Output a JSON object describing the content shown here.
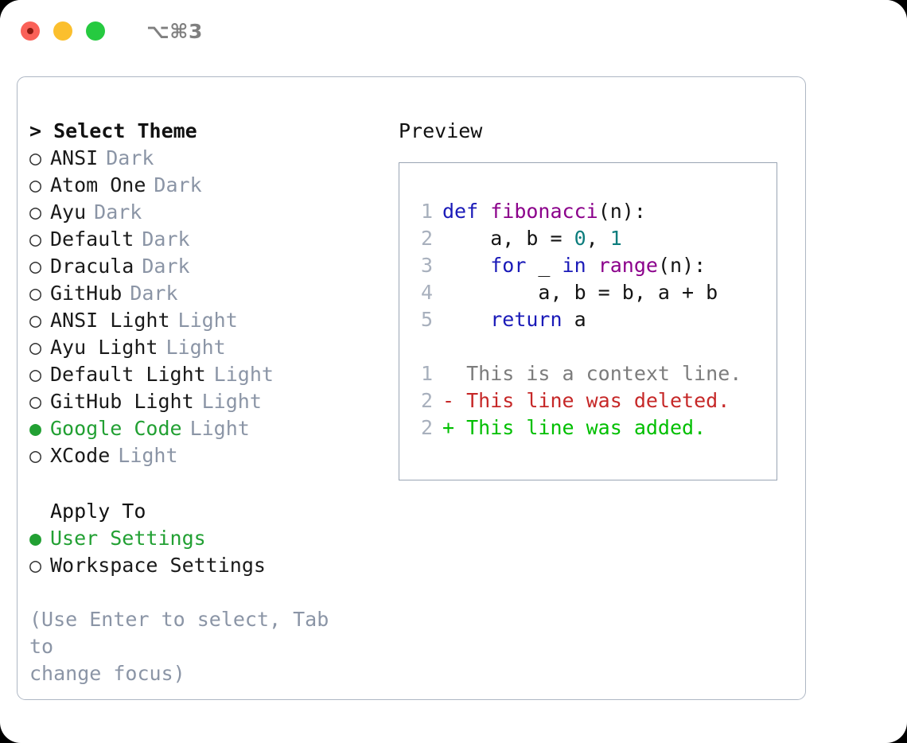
{
  "titlebar": {
    "shortcut": "⌥⌘3",
    "lights": [
      "close",
      "minimize",
      "zoom"
    ]
  },
  "theme_list": {
    "header": "> Select Theme",
    "items": [
      {
        "marker": "○",
        "label": "ANSI",
        "tag": "Dark",
        "selected": false
      },
      {
        "marker": "○",
        "label": "Atom One",
        "tag": "Dark",
        "selected": false
      },
      {
        "marker": "○",
        "label": "Ayu",
        "tag": "Dark",
        "selected": false
      },
      {
        "marker": "○",
        "label": "Default",
        "tag": "Dark",
        "selected": false
      },
      {
        "marker": "○",
        "label": "Dracula",
        "tag": "Dark",
        "selected": false
      },
      {
        "marker": "○",
        "label": "GitHub",
        "tag": "Dark",
        "selected": false
      },
      {
        "marker": "○",
        "label": "ANSI Light",
        "tag": "Light",
        "selected": false
      },
      {
        "marker": "○",
        "label": "Ayu Light",
        "tag": "Light",
        "selected": false
      },
      {
        "marker": "○",
        "label": "Default Light",
        "tag": "Light",
        "selected": false
      },
      {
        "marker": "○",
        "label": "GitHub Light",
        "tag": "Light",
        "selected": false
      },
      {
        "marker": "●",
        "label": "Google Code",
        "tag": "Light",
        "selected": true
      },
      {
        "marker": "○",
        "label": "XCode",
        "tag": "Light",
        "selected": false
      }
    ]
  },
  "apply_to": {
    "header": "Apply To",
    "items": [
      {
        "marker": "●",
        "label": "User Settings",
        "selected": true
      },
      {
        "marker": "○",
        "label": "Workspace Settings",
        "selected": false
      }
    ]
  },
  "help_text": "(Use Enter to select, Tab to\nchange focus)",
  "preview": {
    "title": "Preview",
    "code_lines": [
      {
        "n": "1",
        "tokens": [
          {
            "t": "def ",
            "c": "kw"
          },
          {
            "t": "fibonacci",
            "c": "fn"
          },
          {
            "t": "(n):",
            "c": "pln"
          }
        ]
      },
      {
        "n": "2",
        "tokens": [
          {
            "t": "    a, b = ",
            "c": "pln"
          },
          {
            "t": "0",
            "c": "num"
          },
          {
            "t": ", ",
            "c": "pln"
          },
          {
            "t": "1",
            "c": "num"
          }
        ]
      },
      {
        "n": "3",
        "tokens": [
          {
            "t": "    ",
            "c": "pln"
          },
          {
            "t": "for",
            "c": "kw"
          },
          {
            "t": " _ ",
            "c": "pln"
          },
          {
            "t": "in",
            "c": "kw"
          },
          {
            "t": " ",
            "c": "pln"
          },
          {
            "t": "range",
            "c": "fn"
          },
          {
            "t": "(n):",
            "c": "pln"
          }
        ]
      },
      {
        "n": "4",
        "tokens": [
          {
            "t": "        a, b = b, a + b",
            "c": "pln"
          }
        ]
      },
      {
        "n": "5",
        "tokens": [
          {
            "t": "    ",
            "c": "pln"
          },
          {
            "t": "return",
            "c": "kw"
          },
          {
            "t": " a",
            "c": "pln"
          }
        ]
      }
    ],
    "diff_lines": [
      {
        "n": "1",
        "sign": " ",
        "text": " This is a context line.",
        "kind": "ctx"
      },
      {
        "n": "2",
        "sign": "-",
        "text": " This line was deleted.",
        "kind": "del"
      },
      {
        "n": "2",
        "sign": "+",
        "text": " This line was added.",
        "kind": "add"
      }
    ]
  },
  "colors": {
    "accent_green": "#22a033",
    "muted": "#8b95a6",
    "keyword": "#1a1ab8",
    "function": "#8b008b",
    "number": "#0d7d7d",
    "diff_delete": "#c62828",
    "diff_add": "#00bf00",
    "line_number": "#a8b0bd",
    "border": "#aeb7c4"
  }
}
